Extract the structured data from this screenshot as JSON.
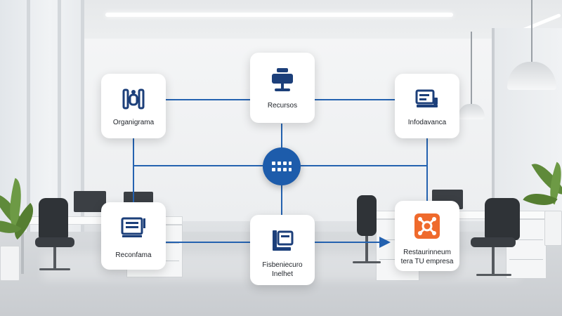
{
  "colors": {
    "connector": "#2462b0",
    "hub": "#1d5cab",
    "icon_primary": "#1c3f7a",
    "icon_accent": "#ef6a2c"
  },
  "nodes": {
    "top_left": {
      "label": "Organigrama",
      "icon": "org-chart-icon"
    },
    "top_center": {
      "label": "Recursos",
      "icon": "user-desk-icon"
    },
    "top_right": {
      "label": "Infodavanca",
      "icon": "presentation-board-icon"
    },
    "bottom_left": {
      "label": "Reconfama",
      "icon": "document-list-icon"
    },
    "bottom_center": {
      "label": "Fisbeniecuro",
      "label_2": "Inelhet",
      "icon": "folder-tablet-icon"
    },
    "bottom_right": {
      "label": "Restaurinneum",
      "label_2": "tera TU empresa",
      "icon": "network-app-icon"
    }
  },
  "hub": {
    "icon": "grid-dots-icon"
  }
}
